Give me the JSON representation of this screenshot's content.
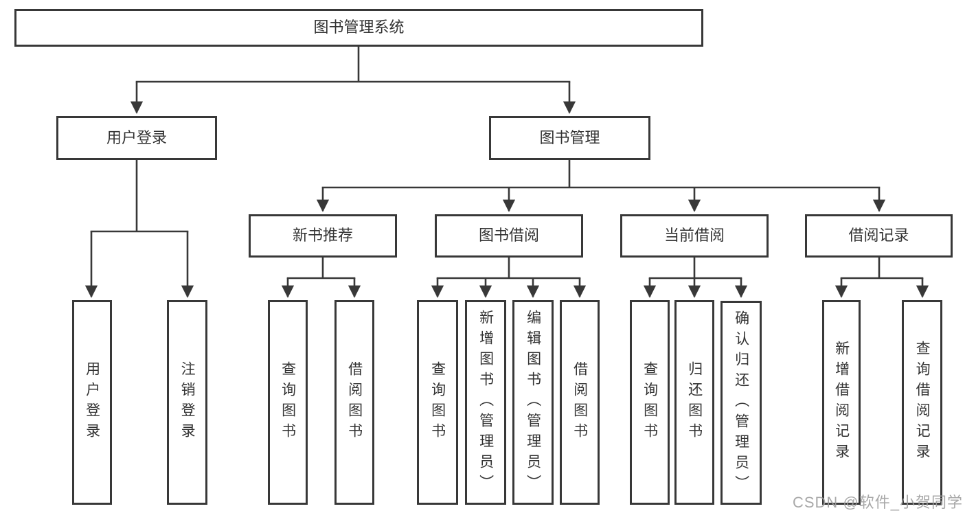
{
  "tree": {
    "label": "图书管理系统",
    "children": [
      {
        "label": "用户登录",
        "children": [
          {
            "label": "用户登录"
          },
          {
            "label": "注销登录"
          }
        ]
      },
      {
        "label": "图书管理",
        "children": [
          {
            "label": "新书推荐",
            "children": [
              {
                "label": "查询图书"
              },
              {
                "label": "借阅图书"
              }
            ]
          },
          {
            "label": "图书借阅",
            "children": [
              {
                "label": "查询图书"
              },
              {
                "label": "新增图书（管理员）"
              },
              {
                "label": "编辑图书（管理员）"
              },
              {
                "label": "借阅图书"
              }
            ]
          },
          {
            "label": "当前借阅",
            "children": [
              {
                "label": "查询图书"
              },
              {
                "label": "归还图书"
              },
              {
                "label": "确认归还（管理员）"
              }
            ]
          },
          {
            "label": "借阅记录",
            "children": [
              {
                "label": "新增借阅记录"
              },
              {
                "label": "查询借阅记录"
              }
            ]
          }
        ]
      }
    ]
  },
  "watermark": {
    "text": "CSDN @软件_小贺同学"
  },
  "colors": {
    "line": "#383838",
    "box_border": "#383838",
    "text": "#333333",
    "background": "#ffffff",
    "watermark": "#9e9e9e"
  }
}
